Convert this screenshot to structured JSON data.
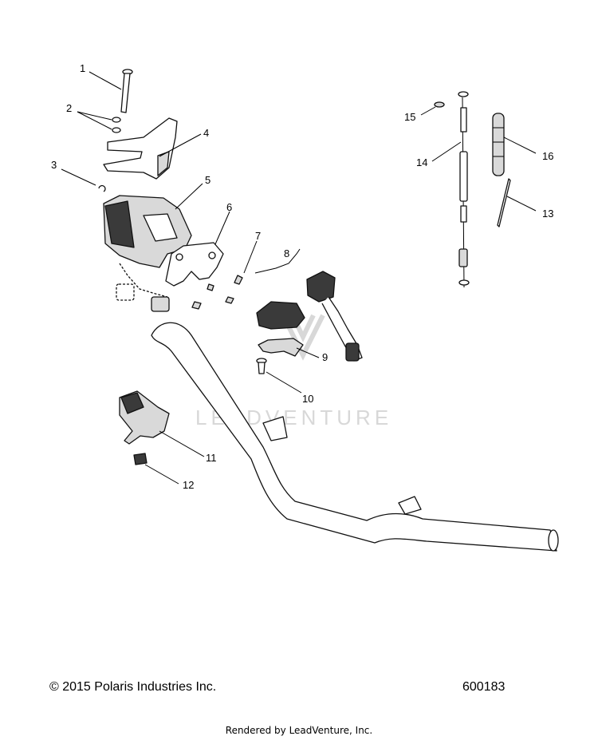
{
  "callouts": [
    {
      "label": "1"
    },
    {
      "label": "2"
    },
    {
      "label": "3"
    },
    {
      "label": "4"
    },
    {
      "label": "5"
    },
    {
      "label": "6"
    },
    {
      "label": "7"
    },
    {
      "label": "8"
    },
    {
      "label": "9"
    },
    {
      "label": "10"
    },
    {
      "label": "11"
    },
    {
      "label": "12"
    },
    {
      "label": "13"
    },
    {
      "label": "14"
    },
    {
      "label": "15"
    },
    {
      "label": "16"
    }
  ],
  "watermark": "LEADVENTURE",
  "footer": {
    "copyright": "© 2015 Polaris Industries Inc.",
    "figure_number": "600183",
    "rendered_by": "Rendered by LeadVenture, Inc."
  }
}
